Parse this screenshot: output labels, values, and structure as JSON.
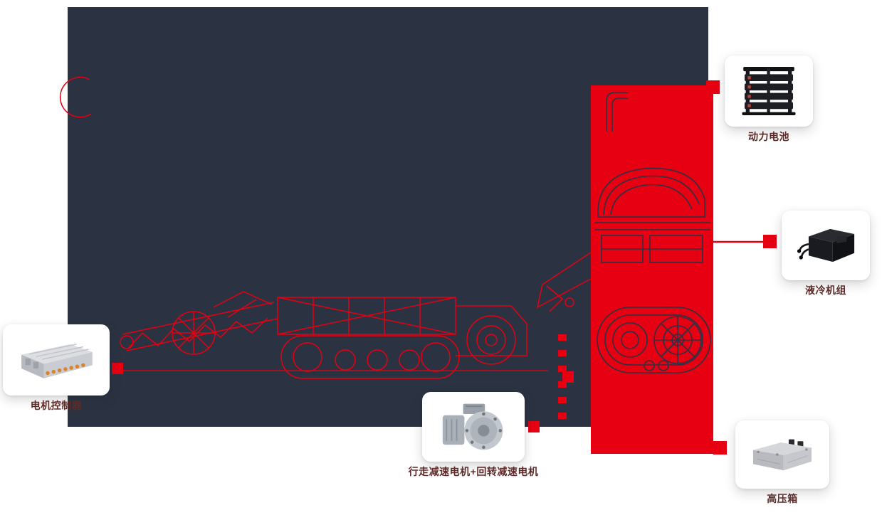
{
  "diagram": {
    "panel_color": "#2b3342",
    "accent_red": "#e60012",
    "label_color": "#5e2a28",
    "background": "#ffffff"
  },
  "callouts": [
    {
      "id": "power-battery",
      "label": "动力电池",
      "icon": "battery-rack-image"
    },
    {
      "id": "cooling-unit",
      "label": "液冷机组",
      "icon": "liquid-cooling-unit-image"
    },
    {
      "id": "high-voltage-box",
      "label": "高压箱",
      "icon": "high-voltage-box-image"
    },
    {
      "id": "drive-motors",
      "label": "行走减速电机+回转减速电机",
      "icon": "reduction-motor-image"
    },
    {
      "id": "motor-controller",
      "label": "电机控制器",
      "icon": "motor-controller-image"
    }
  ]
}
